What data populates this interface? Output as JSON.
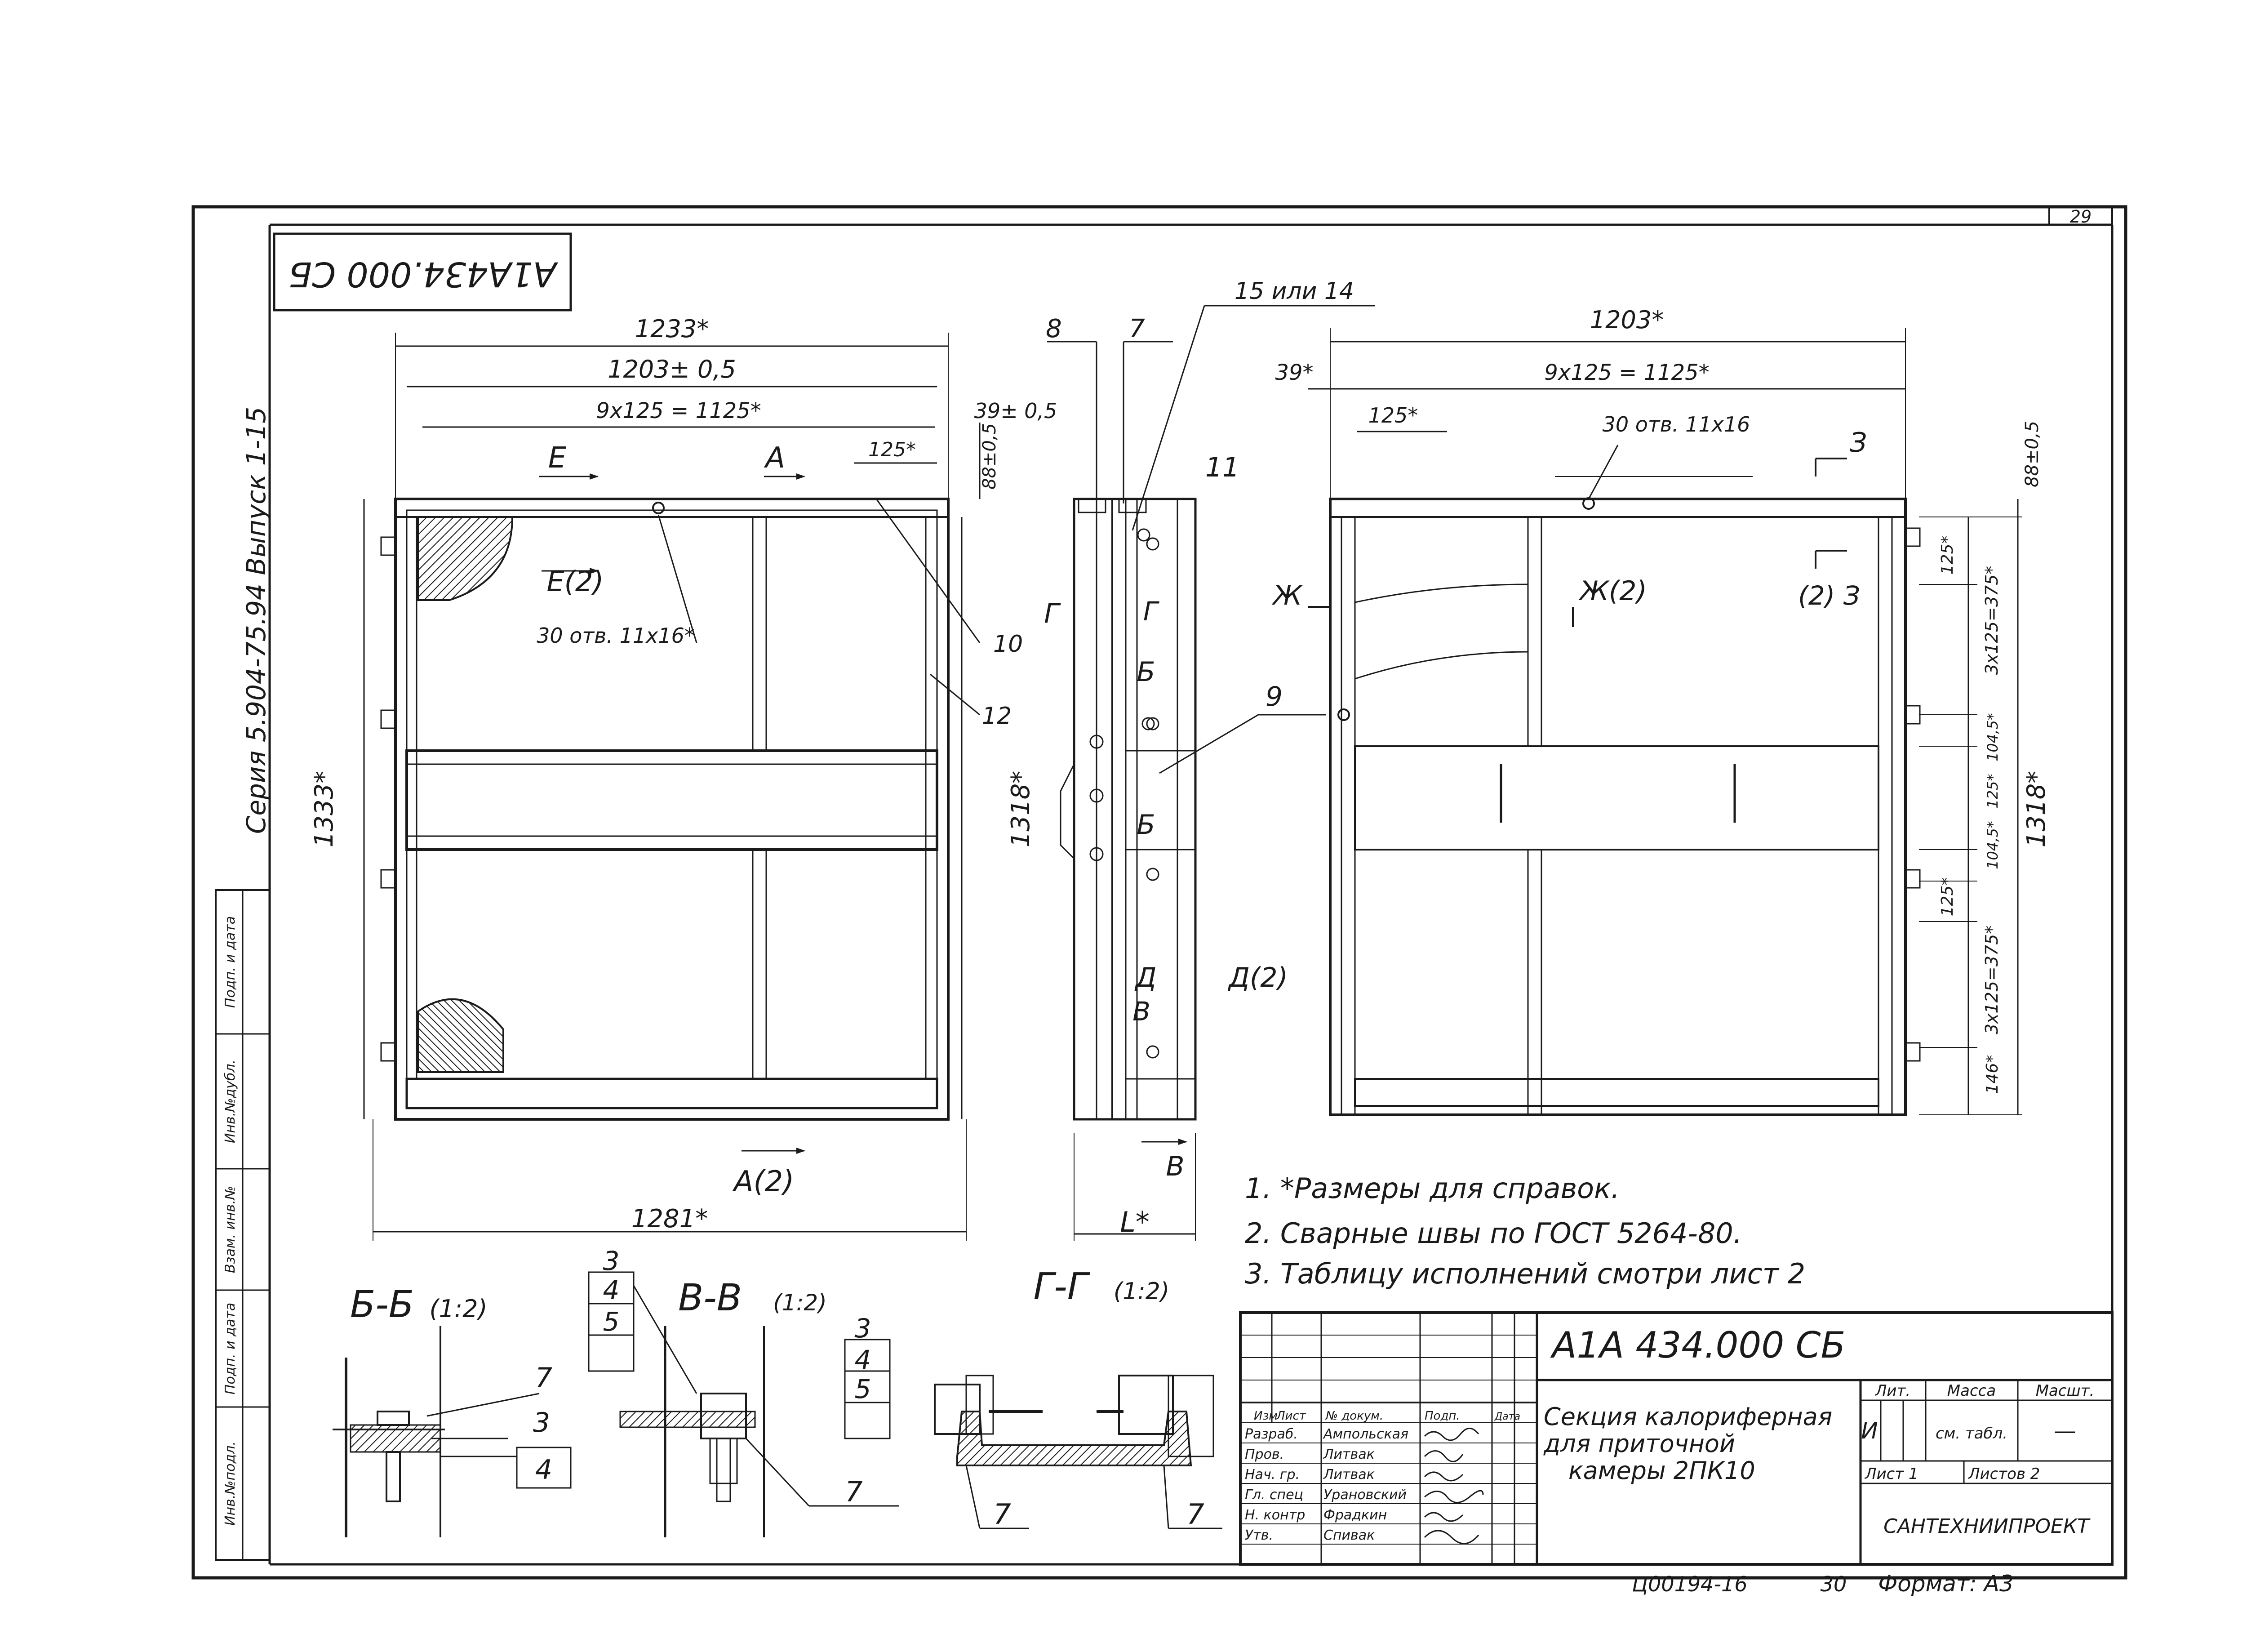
{
  "sheet": {
    "page_number": "29",
    "rotated_code": "А1А434.000 СБ",
    "series": "Серия 5.904-75.94 Выпуск 1-15",
    "footer_code": "Ц00194-16",
    "footer_num": "30",
    "format": "Формат: А3"
  },
  "side_stamp": [
    "Инв.№подл.",
    "Подп. и дата",
    "Взам. инв.№",
    "Инв.№дубл.",
    "Подп. и дата"
  ],
  "view_front": {
    "dim_1233": "1233*",
    "dim_1203": "1203± 0,5",
    "dim_1125": "9x125 = 1125*",
    "dim_39": "39± 0,5",
    "dim_125": "125*",
    "dim_88": "88±0,5",
    "dim_1333": "1333*",
    "dim_1318": "1318*",
    "dim_1281": "1281*",
    "label_E": "Е",
    "label_A": "А",
    "label_E2": "Е(2)",
    "label_A2": "А(2)",
    "holes": "30 отв. 11x16*",
    "pos_10": "10",
    "pos_12": "12"
  },
  "view_side": {
    "pos_8": "8",
    "pos_7": "7",
    "pos_15": "15 или 14",
    "pos_11": "11",
    "pos_9": "9",
    "label_G": "Г",
    "label_B": "Б",
    "label_D": "Д",
    "label_D2": "Д(2)",
    "label_V": "В",
    "dim_L": "L*"
  },
  "view_back": {
    "dim_1203": "1203*",
    "dim_39": "39*",
    "dim_1125": "9x125 = 1125*",
    "dim_125": "125*",
    "holes": "30 отв. 11x16",
    "label_Z": "З",
    "label_Z2": "(2) З",
    "label_Zh": "Ж",
    "label_Zh2": "Ж(2)",
    "dim_88": "88±0,5",
    "dim_125a": "125*",
    "dim_375a": "3x125=375*",
    "dim_1045a": "104,5*",
    "dim_125b": "125*",
    "dim_1045b": "104,5*",
    "dim_125c": "125*",
    "dim_375b": "3x125=375*",
    "dim_146": "146*",
    "dim_1318": "1318*"
  },
  "notes": [
    "1. *Размеры для справок.",
    "2. Сварные швы по ГОСТ 5264-80.",
    "3. Таблицу исполнений смотри лист 2"
  ],
  "sections": {
    "bb_title": "Б-Б",
    "bb_scale": "(1:2)",
    "bb_pos": [
      "7",
      "3",
      "4"
    ],
    "vv_title": "В-В",
    "vv_scale": "(1:2)",
    "vv_pos": [
      "3",
      "4",
      "5",
      "7"
    ],
    "gg_title": "Г-Г",
    "gg_scale": "(1:2)",
    "gg_pos": [
      "3",
      "4",
      "5",
      "7",
      "7"
    ]
  },
  "title_block": {
    "designation": "А1А 434.000 СБ",
    "name_line1": "Секция калориферная",
    "name_line2": "для приточной",
    "name_line3": "камеры 2ПК10",
    "col_headers": [
      "Изм",
      "Лист",
      "№ докум.",
      "Подп.",
      "Дата"
    ],
    "roles": [
      "Разраб.",
      "Пров.",
      "Нач. гр.",
      "Гл. спец",
      "Н. контр",
      "Утв."
    ],
    "names": [
      "Ампольская",
      "Литвак",
      "Литвак",
      "Урановский",
      "Фрадкин",
      "Спивак"
    ],
    "lit": "Лит.",
    "mass": "Масса",
    "scale": "Масшт.",
    "lit_value": "И",
    "mass_value": "см. табл.",
    "scale_value": "—",
    "sheet": "Лист 1",
    "sheets": "Листов 2",
    "org": "САНТЕХНИИПРОЕКТ"
  }
}
